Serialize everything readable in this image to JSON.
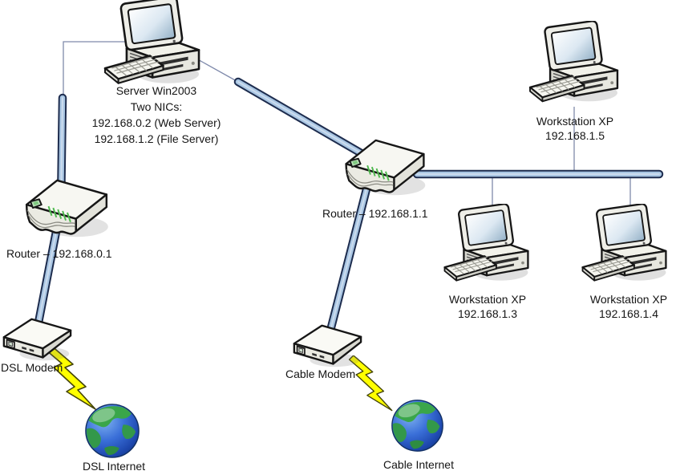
{
  "nodes": {
    "server": {
      "lines": [
        "Server Win2003",
        "Two NICs:",
        "192.168.0.2 (Web Server)",
        "192.168.1.2 (File Server)"
      ]
    },
    "dsl_router": {
      "label": "Router – 192.168.0.1"
    },
    "main_router": {
      "label": "Router – 192.168.1.1"
    },
    "dsl_modem": {
      "label": "DSL Modem"
    },
    "cable_modem": {
      "label": "Cable Modem"
    },
    "dsl_internet": {
      "label": "DSL Internet"
    },
    "cable_internet": {
      "label": "Cable Internet"
    },
    "workstation_top": {
      "name": "Workstation XP",
      "ip": "192.168.1.5"
    },
    "workstation_left": {
      "name": "Workstation XP",
      "ip": "192.168.1.3"
    },
    "workstation_right": {
      "name": "Workstation XP",
      "ip": "192.168.1.4"
    }
  },
  "colors": {
    "cable_fill": "#a9c6e3",
    "cable_outline": "#1d2c4e",
    "thin_line": "#7f8aab",
    "led_green": "#4db84d",
    "bolt_yellow": "#ffff00",
    "globe_ocean": "#2a55c0",
    "globe_land": "#3aa64a"
  }
}
